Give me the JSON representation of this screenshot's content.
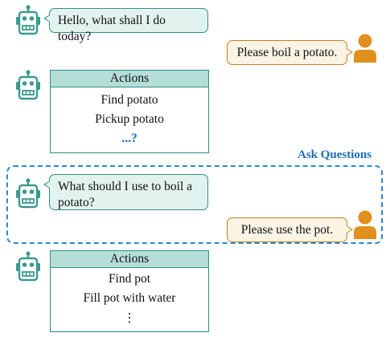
{
  "messages": {
    "greeting": "Hello, what shall I do today?",
    "request1": "Please boil a potato.",
    "question": "What should I use to boil a potato?",
    "answer": "Please use the pot."
  },
  "actions1": {
    "header": "Actions",
    "items": [
      "Find potato",
      "Pickup potato"
    ],
    "more": "...?"
  },
  "group": {
    "label": "Ask Questions"
  },
  "actions2": {
    "header": "Actions",
    "items": [
      "Find pot",
      "Fill pot with water"
    ],
    "more": "⋮"
  },
  "colors": {
    "robot": "#3c9a8c",
    "robot_bubble_fill": "#e2f2ef",
    "human": "#e0901e",
    "human_bubble_fill": "#fbf3e4",
    "accent": "#1a6fb5",
    "actions_header_fill": "#b6ded8"
  }
}
